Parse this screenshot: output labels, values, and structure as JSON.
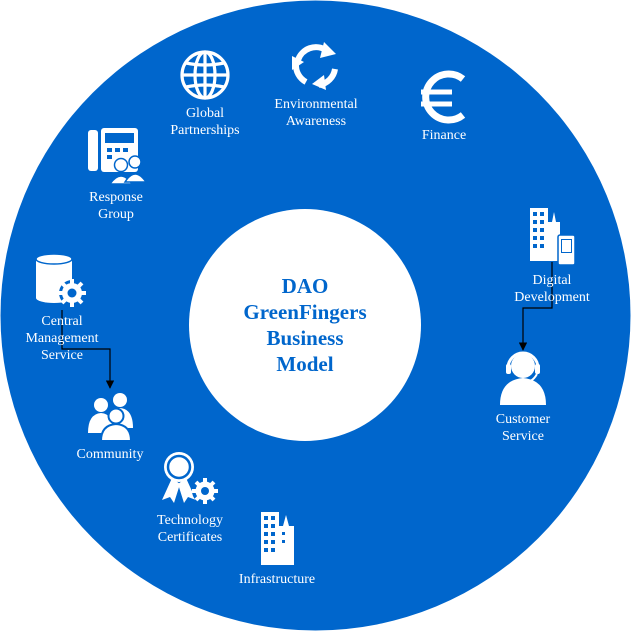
{
  "center_title": {
    "line1": "DAO",
    "line2": "GreenFingers",
    "line3": "Business",
    "line4": "Model"
  },
  "nodes": {
    "global_partnerships": {
      "line1": "Global",
      "line2": "Partnerships",
      "icon": "globe-icon"
    },
    "environmental_awareness": {
      "line1": "Environmental",
      "line2": "Awareness",
      "icon": "recycle-icon"
    },
    "finance": {
      "line1": "Finance",
      "icon": "euro-icon"
    },
    "response_group": {
      "line1": "Response",
      "line2": "Group",
      "icon": "phone-users-icon"
    },
    "digital_development": {
      "line1": "Digital",
      "line2": "Development",
      "icon": "building-phone-icon"
    },
    "central_management_service": {
      "line1": "Central",
      "line2": "Management",
      "line3": "Service",
      "icon": "database-gear-icon"
    },
    "customer_service": {
      "line1": "Customer",
      "line2": "Service",
      "icon": "headset-agent-icon"
    },
    "community": {
      "line1": "Community",
      "icon": "people-icon"
    },
    "technology_certificates": {
      "line1": "Technology",
      "line2": "Certificates",
      "icon": "award-gear-icon"
    },
    "infrastructure": {
      "line1": "Infrastructure",
      "icon": "buildings-icon"
    }
  },
  "colors": {
    "ring": "#0066cc",
    "center": "#ffffff",
    "text_on_ring": "#ffffff",
    "center_text": "#0066cc",
    "connector": "#000000"
  }
}
